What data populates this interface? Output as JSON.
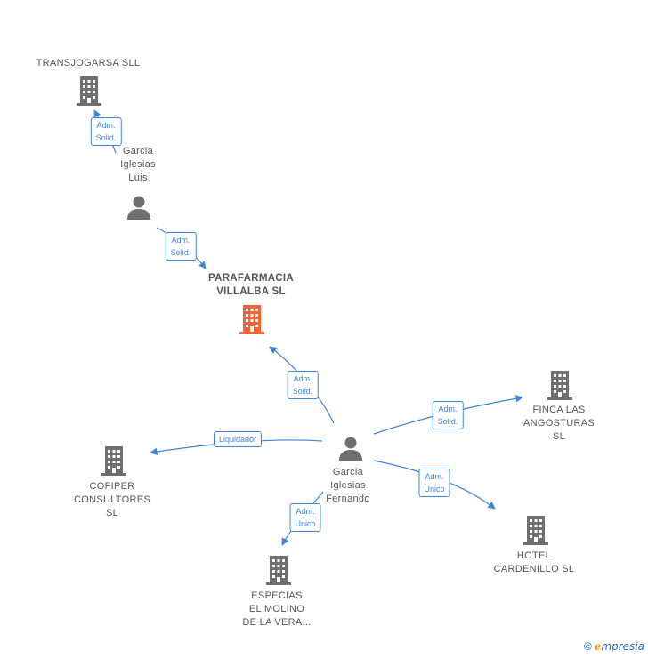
{
  "nodes": {
    "transjogarsa": {
      "label": "TRANSJOGARSA SLL",
      "icon": "building-icon",
      "color": "#6f6f6f"
    },
    "luis": {
      "label": "Garcia\nIglesias\nLuis",
      "icon": "person-icon",
      "color": "#6f6f6f"
    },
    "parafarmacia": {
      "label": "PARAFARMACIA\nVILLALBA SL",
      "icon": "building-icon",
      "color": "#f0643a"
    },
    "fernando": {
      "label": "Garcia\nIglesias\nFernando",
      "icon": "person-icon",
      "color": "#6f6f6f"
    },
    "finca": {
      "label": "FINCA LAS\nANGOSTURAS\nSL",
      "icon": "building-icon",
      "color": "#6f6f6f"
    },
    "cofiper": {
      "label": "COFIPER\nCONSULTORES\nSL",
      "icon": "building-icon",
      "color": "#6f6f6f"
    },
    "hotel": {
      "label": "HOTEL\nCARDENILLO SL",
      "icon": "building-icon",
      "color": "#6f6f6f"
    },
    "especias": {
      "label": "ESPECIAS\nEL MOLINO\nDE LA VERA...",
      "icon": "building-icon",
      "color": "#6f6f6f"
    }
  },
  "edges": {
    "luis_transjogarsa": "Adm.\nSolid.",
    "luis_parafarmacia": "Adm.\nSolid.",
    "fernando_parafarmacia": "Adm.\nSolid.",
    "fernando_finca": "Adm.\nSolid.",
    "fernando_cofiper": "Liquidador",
    "fernando_hotel": "Adm.\nUnico",
    "fernando_especias": "Adm.\nUnico"
  },
  "colors": {
    "edge": "#3d85d6",
    "node": "#6f6f6f",
    "highlight": "#f0643a"
  },
  "footer": {
    "copyright": "©",
    "brand_initial": "e",
    "brand_rest": "mpresia"
  }
}
